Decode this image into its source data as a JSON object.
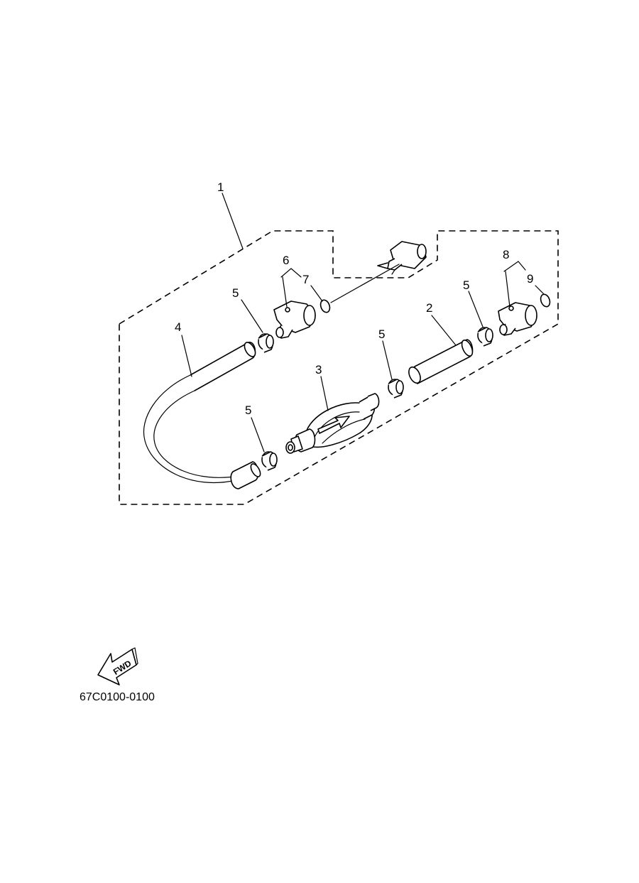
{
  "callouts": {
    "c1": "1",
    "c2": "2",
    "c3": "3",
    "c4": "4",
    "c5a": "5",
    "c5b": "5",
    "c5c": "5",
    "c5d": "5",
    "c6": "6",
    "c7": "7",
    "c8": "8",
    "c9": "9"
  },
  "direction_label": "FWD",
  "diagram_code": "67C0100-0100",
  "icons": {
    "direction": "forward-arrow-icon"
  }
}
